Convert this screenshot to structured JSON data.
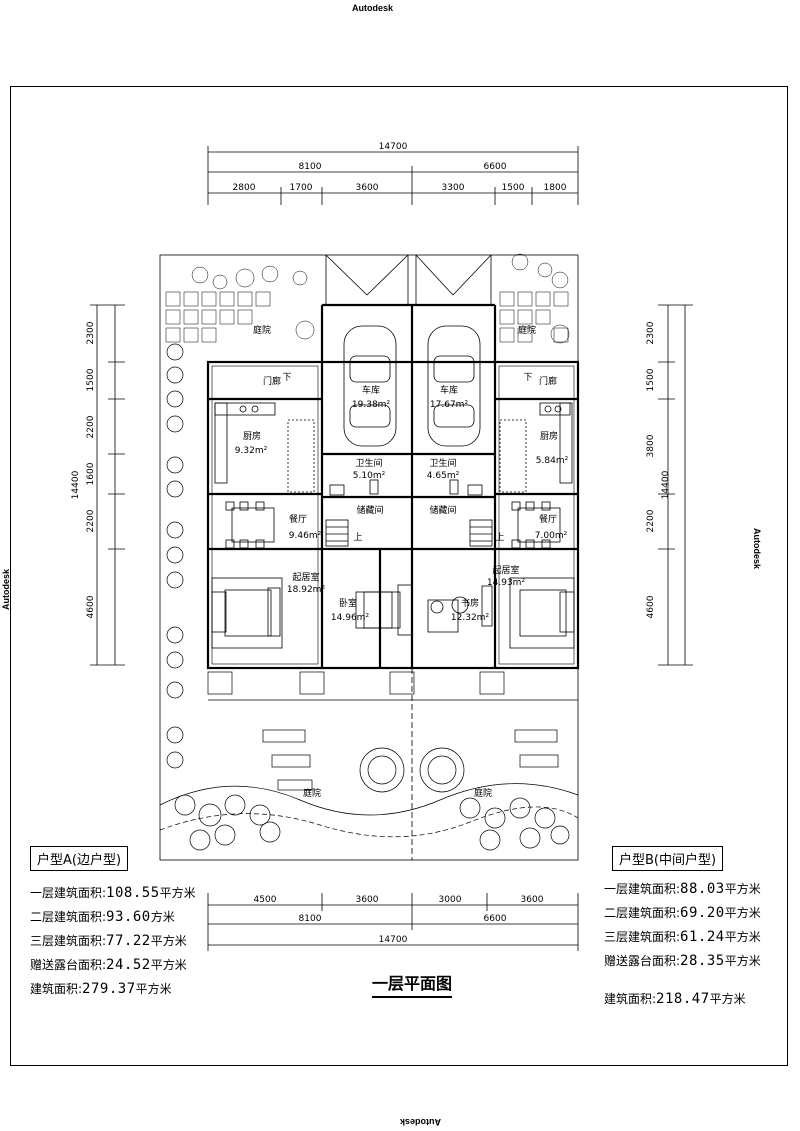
{
  "watermark": "Autodesk",
  "dimensions": {
    "top_total": "14700",
    "top_left": "8100",
    "top_right": "6600",
    "top_parts": [
      "2800",
      "1700",
      "3600",
      "3300",
      "1500",
      "1800"
    ],
    "bottom_parts": [
      "4500",
      "3600",
      "3000",
      "3600"
    ],
    "bottom_left": "8100",
    "bottom_right": "6600",
    "bottom_total": "14700",
    "left_parts": [
      "2300",
      "1500",
      "2200",
      "1600",
      "2200",
      "4600"
    ],
    "left_total": "14400",
    "right_parts": [
      "2300",
      "1500",
      "3800",
      "2200",
      "4600"
    ],
    "right_total": "14400"
  },
  "rooms": {
    "garden_top_left": "庭院",
    "garden_top_right": "庭院",
    "porch_left": "门廊",
    "porch_right": "门廊",
    "down_left": "下",
    "down_right": "下",
    "up_left": "上",
    "up_right": "上",
    "garage_left": "车库",
    "garage_left_area": "19.38m²",
    "garage_right": "车库",
    "garage_right_area": "17.67m²",
    "kitchen_left": "厨房",
    "kitchen_left_area": "9.32m²",
    "kitchen_right": "厨房",
    "kitchen_right_area": "5.84m²",
    "bath_left": "卫生间",
    "bath_left_area": "5.10m²",
    "bath_right": "卫生间",
    "bath_right_area": "4.65m²",
    "storage_left": "储藏间",
    "storage_right": "储藏间",
    "dining_left": "餐厅",
    "dining_left_area": "9.46m²",
    "dining_right": "餐厅",
    "dining_right_area": "7.00m²",
    "living_left": "起居室",
    "living_left_area": "18.92m²",
    "living_right": "起居室",
    "living_right_area": "14.93m²",
    "bedroom": "卧室",
    "bedroom_area": "14.96m²",
    "study": "书房",
    "study_area": "12.32m²",
    "garden_bottom_left": "庭院",
    "garden_bottom_right": "庭院"
  },
  "unit_a": {
    "title": "户型A(边户型)",
    "lines": [
      {
        "label": "一层建筑面积:",
        "value": "108.55",
        "unit": "平方米"
      },
      {
        "label": "二层建筑面积:",
        "value": "93.60",
        "unit": "方米"
      },
      {
        "label": "三层建筑面积:",
        "value": "77.22",
        "unit": "平方米"
      },
      {
        "label": "赠送露台面积:",
        "value": "24.52",
        "unit": "平方米"
      },
      {
        "label": "建筑面积:",
        "value": "279.37",
        "unit": "平方米"
      }
    ]
  },
  "unit_b": {
    "title": "户型B(中间户型)",
    "lines": [
      {
        "label": "一层建筑面积:",
        "value": "88.03",
        "unit": "平方米"
      },
      {
        "label": "二层建筑面积:",
        "value": "69.20",
        "unit": "平方米"
      },
      {
        "label": "三层建筑面积:",
        "value": "61.24",
        "unit": "平方米"
      },
      {
        "label": "赠送露台面积:",
        "value": "28.35",
        "unit": "平方米"
      },
      {
        "label": "建筑面积:",
        "value": "218.47",
        "unit": "平方米"
      }
    ]
  },
  "floor_title": "一层平面图"
}
